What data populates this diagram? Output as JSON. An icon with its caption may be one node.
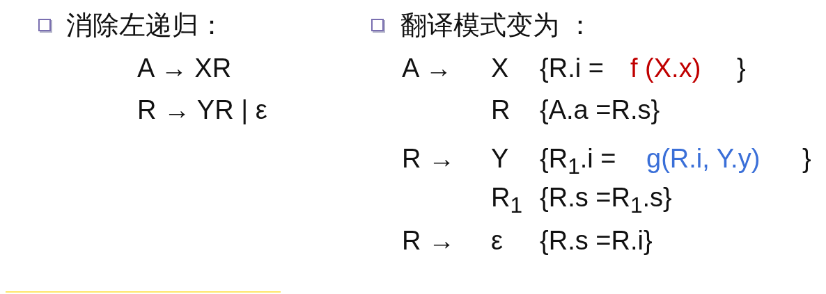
{
  "diagram": {
    "labels": [
      "消除左递归：",
      "A → XR",
      "R → YR | ε",
      "翻译模式变为 ：",
      "A →",
      "X",
      "{R.i =",
      "f (X.x)",
      "}",
      "R",
      "{A.a =R.s}",
      "R →",
      "Y",
      "{R$_{1}$.i =",
      "g(R.i, Y.y)",
      "}",
      "R$_{1}$",
      "{R.s =R$_{1}$.s}",
      "R →",
      "ε",
      "{R.s =R.i}"
    ]
  }
}
